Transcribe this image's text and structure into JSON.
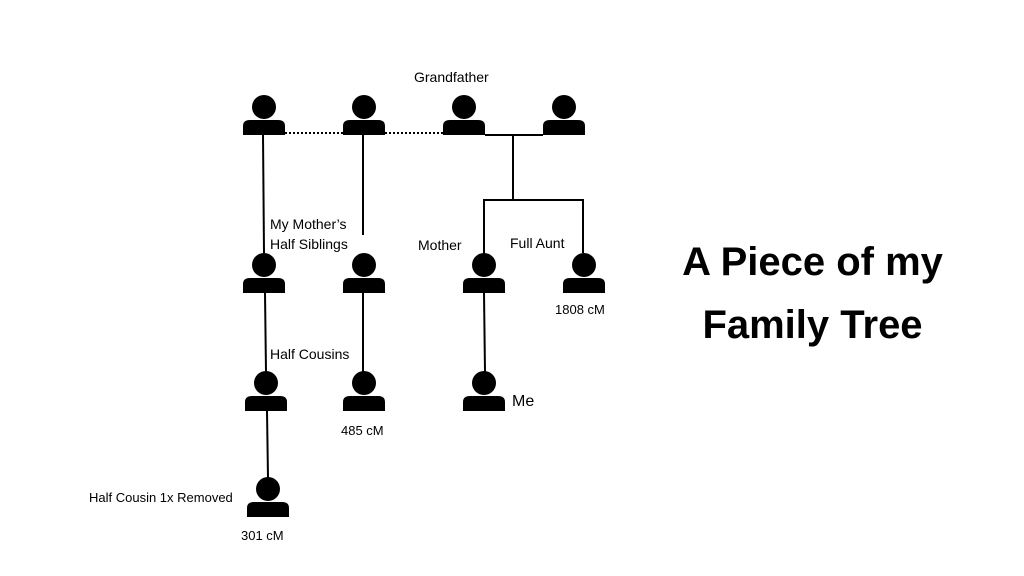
{
  "title": {
    "line1": "A Piece of my",
    "line2": "Family Tree"
  },
  "labels": {
    "grandfather": "Grandfather",
    "half_siblings_1": "My Mother’s",
    "half_siblings_2": "Half Siblings",
    "mother": "Mother",
    "full_aunt": "Full Aunt",
    "full_aunt_cm": "1808 cM",
    "half_cousins": "Half Cousins",
    "half_cousin_cm": "485 cM",
    "me": "Me",
    "half_cousin_removed": "Half Cousin 1x Removed",
    "half_cousin_removed_cm": "301 cM"
  },
  "icons": {
    "person": "person-icon"
  }
}
